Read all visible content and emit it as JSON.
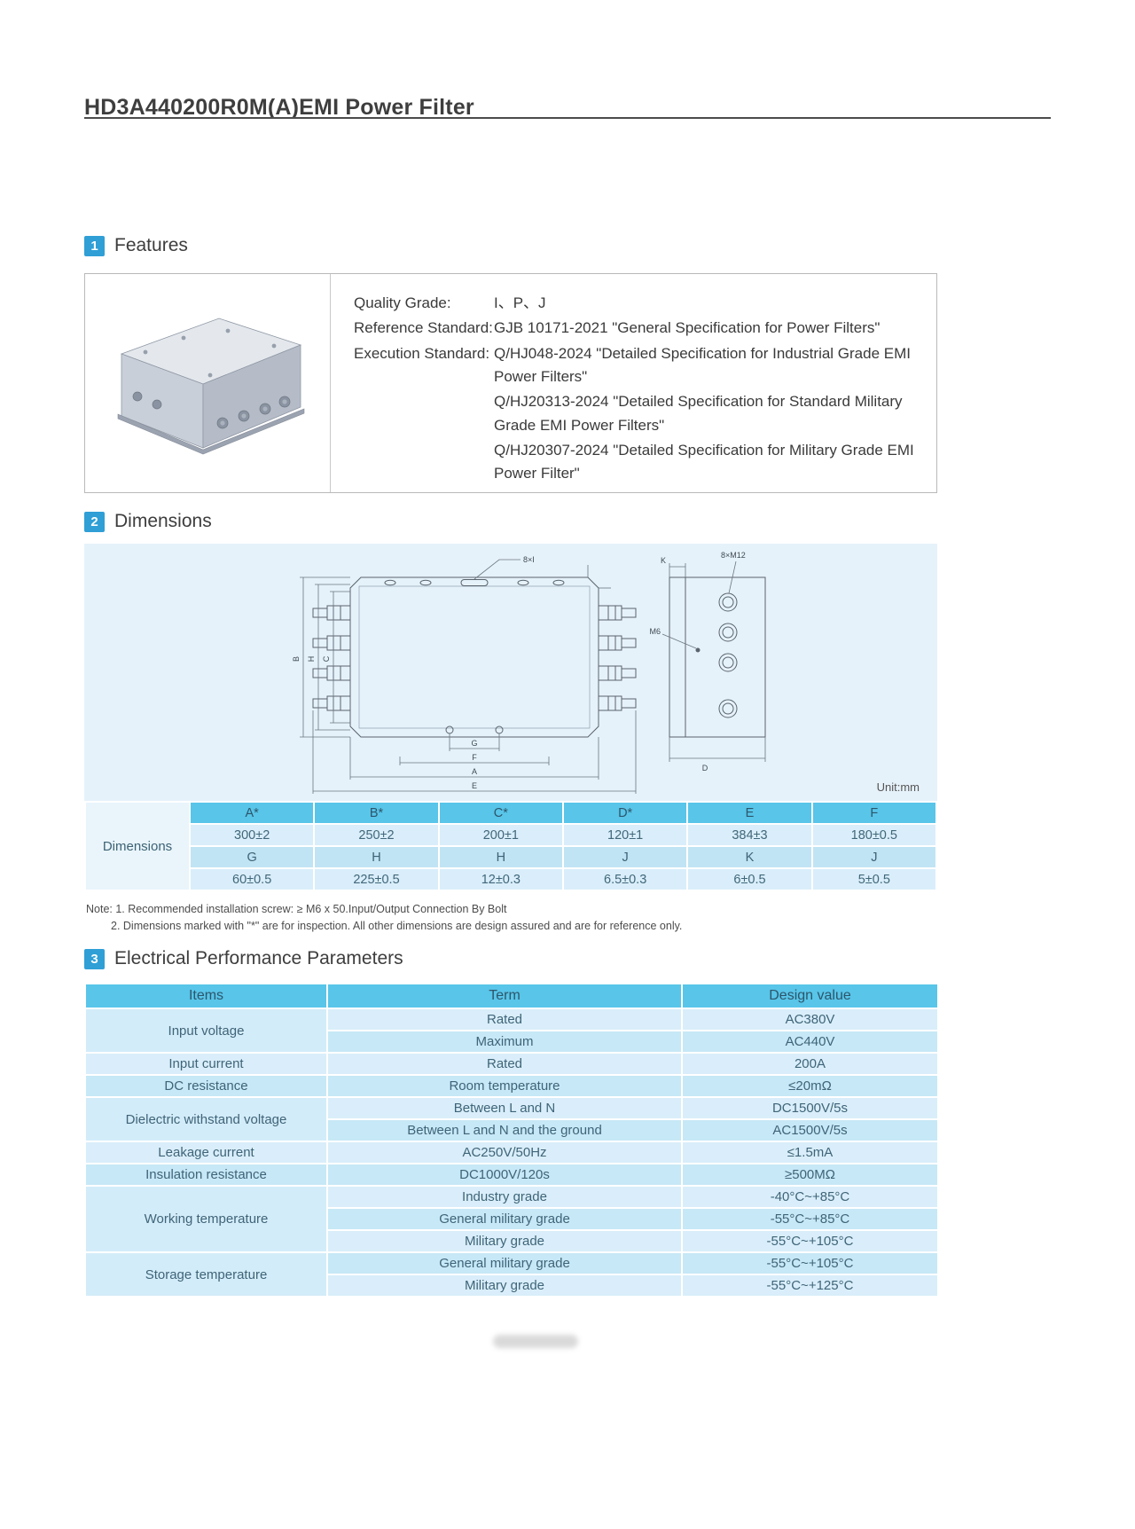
{
  "page": {
    "title": "HD3A440200R0M(A)EMI Power Filter"
  },
  "features": {
    "section_number": "1",
    "heading": "Features",
    "rows": [
      {
        "label": "Quality Grade:",
        "value": "I、P、J"
      },
      {
        "label": "Reference Standard:",
        "value": "GJB 10171-2021 \"General Specification for Power Filters\""
      },
      {
        "label": "Execution Standard:",
        "value": "Q/HJ048-2024 \"Detailed Specification for Industrial Grade EMI Power Filters\""
      },
      {
        "label": "",
        "value": "Q/HJ20313-2024 \"Detailed Specification for Standard Military Grade EMI Power Filters\""
      },
      {
        "label": "",
        "value": "Q/HJ20307-2024 \"Detailed Specification for Military Grade EMI Power Filter\""
      }
    ]
  },
  "dimensions": {
    "section_number": "2",
    "heading": "Dimensions",
    "unit_label": "Unit:mm",
    "row_label": "Dimensions",
    "header_row1": [
      "A*",
      "B*",
      "C*",
      "D*",
      "E",
      "F"
    ],
    "value_row1": [
      "300±2",
      "250±2",
      "200±1",
      "120±1",
      "384±3",
      "180±0.5"
    ],
    "header_row2": [
      "G",
      "H",
      "H",
      "J",
      "K",
      "J"
    ],
    "value_row2": [
      "60±0.5",
      "225±0.5",
      "12±0.3",
      "6.5±0.3",
      "6±0.5",
      "5±0.5"
    ],
    "note_line1": "Note: 1. Recommended installation screw: ≥ M6 x 50.Input/Output Connection By Bolt",
    "note_line2": "2. Dimensions marked with \"*\" are for inspection. All other dimensions are design assured and are for reference only.",
    "drawing": {
      "top_callout": "8×I",
      "left_label_outer": "B",
      "left_label_mid": "H",
      "left_label_inner": "C",
      "bottom_label_1": "G",
      "bottom_label_2": "F",
      "bottom_label_3": "A",
      "bottom_label_4": "E",
      "side_top_label": "K",
      "side_bottom_label": "D",
      "bolt_label": "8×M12",
      "screw_label": "M6"
    }
  },
  "electrical": {
    "section_number": "3",
    "heading": "Electrical Performance Parameters",
    "columns": [
      "Items",
      "Term",
      "Design value"
    ],
    "groups": [
      {
        "item": "Input voltage",
        "rows": [
          [
            "Rated",
            "AC380V"
          ],
          [
            "Maximum",
            "AC440V"
          ]
        ]
      },
      {
        "item": "Input current",
        "rows": [
          [
            "Rated",
            "200A"
          ]
        ]
      },
      {
        "item": "DC resistance",
        "rows": [
          [
            "Room temperature",
            "≤20mΩ"
          ]
        ]
      },
      {
        "item": "Dielectric withstand voltage",
        "rows": [
          [
            "Between L and N",
            "DC1500V/5s"
          ],
          [
            "Between L and N and the ground",
            "AC1500V/5s"
          ]
        ]
      },
      {
        "item": "Leakage current",
        "rows": [
          [
            "AC250V/50Hz",
            "≤1.5mA"
          ]
        ]
      },
      {
        "item": "Insulation resistance",
        "rows": [
          [
            "DC1000V/120s",
            "≥500MΩ"
          ]
        ]
      },
      {
        "item": "Working temperature",
        "rows": [
          [
            "Industry grade",
            "-40°C~+85°C"
          ],
          [
            "General military grade",
            "-55°C~+85°C"
          ],
          [
            "Military grade",
            "-55°C~+105°C"
          ]
        ]
      },
      {
        "item": "Storage temperature",
        "rows": [
          [
            "General military grade",
            "-55°C~+105°C"
          ],
          [
            "Military grade",
            "-55°C~+125°C"
          ]
        ]
      }
    ]
  }
}
